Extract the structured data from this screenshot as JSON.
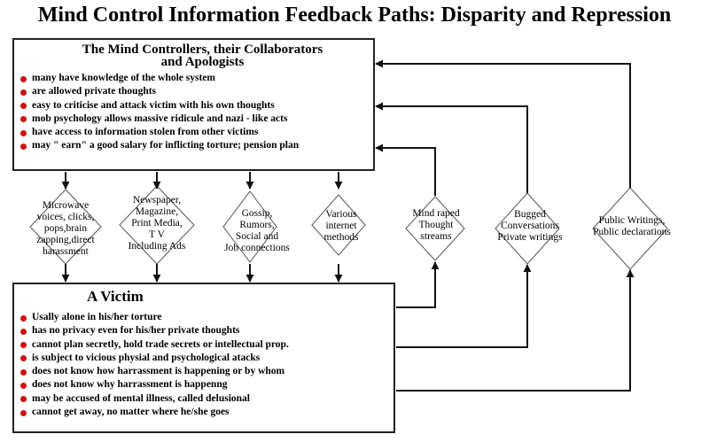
{
  "title": "Mind Control Information Feedback Paths: Disparity and Repression",
  "colors": {
    "bullet": "#cc1111",
    "line": "#111111"
  },
  "controllers": {
    "heading": "The Mind Controllers, their Collaborators\nand Apologists",
    "items": [
      "many have knowledge of the whole system",
      "are allowed private thoughts",
      "easy to criticise and attack victim with his own thoughts",
      "mob psychology allows massive ridicule and nazi - like acts",
      "have access to information stolen from other victims",
      "may \" earn\" a good salary for inflicting torture; pension plan"
    ]
  },
  "victim": {
    "heading": "A Victim",
    "items": [
      "Usally alone in his/her torture",
      "has no privacy even for his/her private thoughts",
      "cannot plan secretly, hold trade secrets or intellectual prop.",
      "is subject to vicious physial and psychological atacks",
      "does not know how harrassment is happening or by whom",
      "does not know why harrassment is happenng",
      "may be accused of mental illness, called delusional",
      "cannot get away, no matter where he/she goes"
    ]
  },
  "downward_channels": [
    {
      "label": "Microwave\nvoices, clicks,\npops,brain\nzapping,direct\nharassment"
    },
    {
      "label": "Newspaper,\nMagazine,\nPrint Media,\nT V\nIncluding Ads"
    },
    {
      "label": "Gossip,\nRumors,\nSocial and\nJob connections"
    },
    {
      "label": "Various\ninternet\nmethods"
    }
  ],
  "upward_channels": [
    {
      "label": "Mind raped\nThought\nstreams"
    },
    {
      "label": "Bugged\nConversations\nPrivate writings"
    },
    {
      "label": "Public Writings,\nPublic declarations"
    }
  ]
}
